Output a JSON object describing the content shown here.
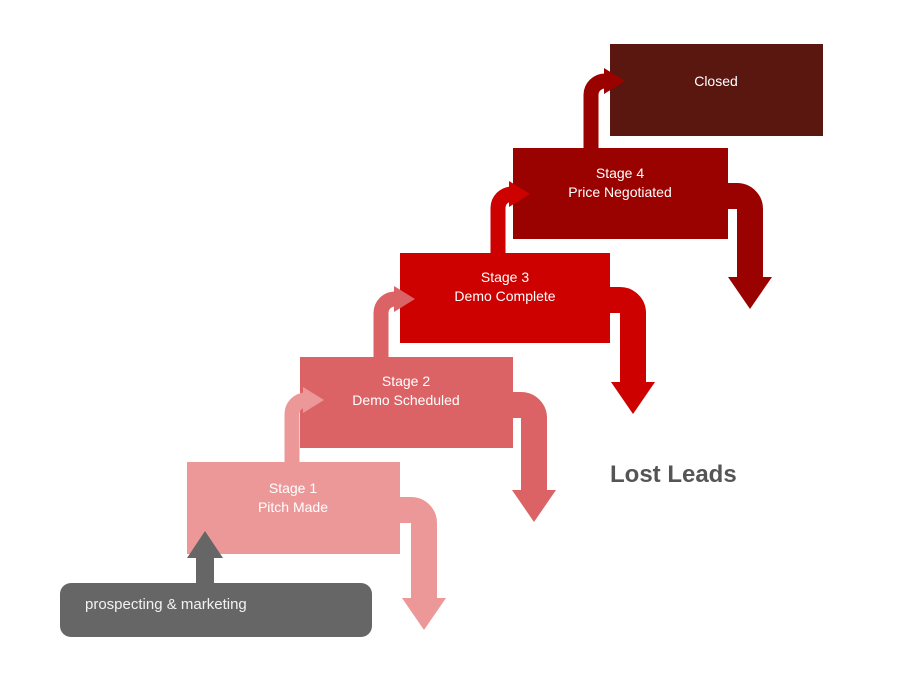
{
  "diagram": {
    "source_box": {
      "label": "prospecting & marketing",
      "color": "#666666",
      "text_color": "#f2f2f2"
    },
    "stages": [
      {
        "name": "Stage 1",
        "description": "Pitch Made",
        "color": "#ec9899"
      },
      {
        "name": "Stage 2",
        "description": "Demo Scheduled",
        "color": "#db6365"
      },
      {
        "name": "Stage 3",
        "description": "Demo Complete",
        "color": "#cc0100"
      },
      {
        "name": "Stage 4",
        "description": "Price Negotiated",
        "color": "#9a0200"
      }
    ],
    "closed_box": {
      "label": "Closed",
      "color": "#5a170f"
    },
    "lost_leads": {
      "label": "Lost Leads",
      "text_color": "#555555"
    },
    "label_text_color": "#ffffff",
    "background_color": "#ffffff"
  }
}
